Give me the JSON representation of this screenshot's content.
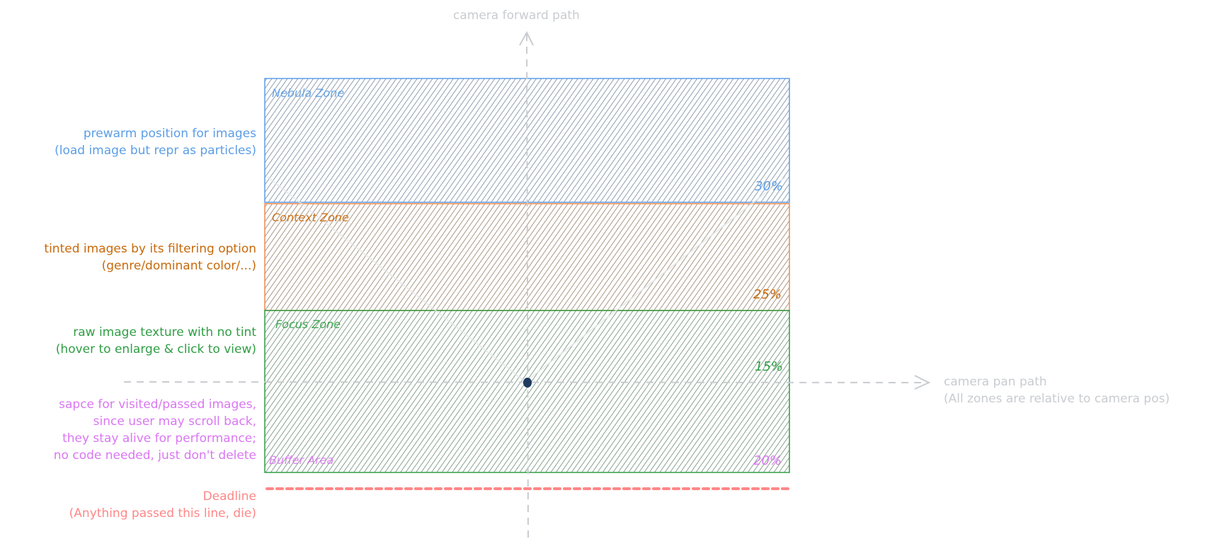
{
  "axes": {
    "forward_label": "camera forward path",
    "pan_label_line1": "camera pan path",
    "pan_label_line2": "(All zones are relative to camera pos)"
  },
  "zones": [
    {
      "name": "Nebula Zone",
      "percent": "30%",
      "color": "#5b9ee6",
      "fill": "#1e3a5f",
      "note": [
        "prewarm position for images",
        "(load image but repr as particles)"
      ]
    },
    {
      "name": "Context Zone",
      "percent": "25%",
      "color": "#c7690a",
      "fill": "#5c3a1a",
      "border": "#f08c4c",
      "note": [
        "tinted images by its filtering option",
        "(genre/dominant color/...)"
      ]
    },
    {
      "name": "Focus Zone",
      "percent": "15%",
      "color": "#2f9e44",
      "fill": "#1e4d2b",
      "note": [
        "raw image texture with no tint",
        "(hover to enlarge & click to view)"
      ]
    },
    {
      "name": "Buffer Area",
      "percent": "20%",
      "color": "#da77f2",
      "note": [
        "sapce for visited/passed images,",
        "since user may scroll back,",
        "they stay alive for performance;",
        "no code needed, just don't delete"
      ]
    }
  ],
  "deadline": {
    "title": "Deadline",
    "subtitle": "(Anything passed this line, die)",
    "color": "#ff8787"
  },
  "camera": {
    "icon": "camera-dot-icon",
    "color": "#1e3a5f"
  }
}
